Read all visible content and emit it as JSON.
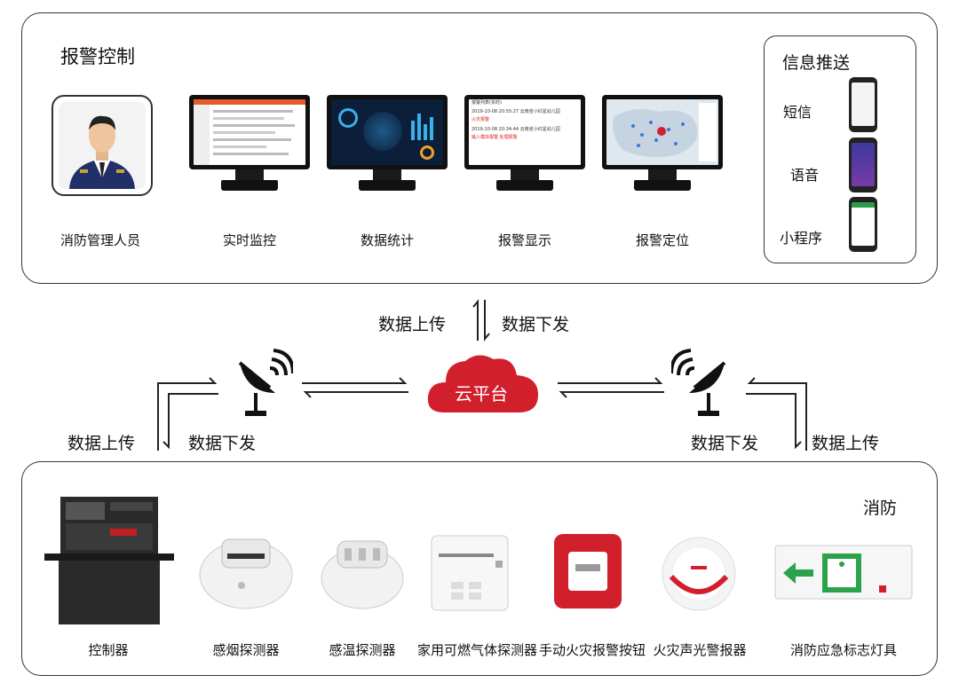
{
  "top_panel": {
    "title": "报警控制",
    "items": [
      {
        "label": "消防管理人员"
      },
      {
        "label": "实时监控"
      },
      {
        "label": "数据统计"
      },
      {
        "label": "报警显示"
      },
      {
        "label": "报警定位"
      }
    ],
    "info_push": {
      "title": "信息推送",
      "items": [
        "短信",
        "语音",
        "小程序"
      ]
    }
  },
  "flow": {
    "upload": "数据上传",
    "download": "数据下发",
    "cloud": "云平台"
  },
  "bottom_panel": {
    "title": "消防",
    "devices": [
      "控制器",
      "感烟探测器",
      "感温探测器",
      "家用可燃气体探测器",
      "手动火灾报警按钮",
      "火灾声光警报器",
      "消防应急标志灯具"
    ]
  },
  "screens": {
    "alarm_header": "报警列表(实时)",
    "alarm_rows": [
      "2019-10-08 20:55:27  云南省小红星幼儿园",
      "火灾报警",
      "2019-10-08 20:34:44  云南省小红星幼儿园",
      "输入模块报警  处理报警"
    ]
  }
}
